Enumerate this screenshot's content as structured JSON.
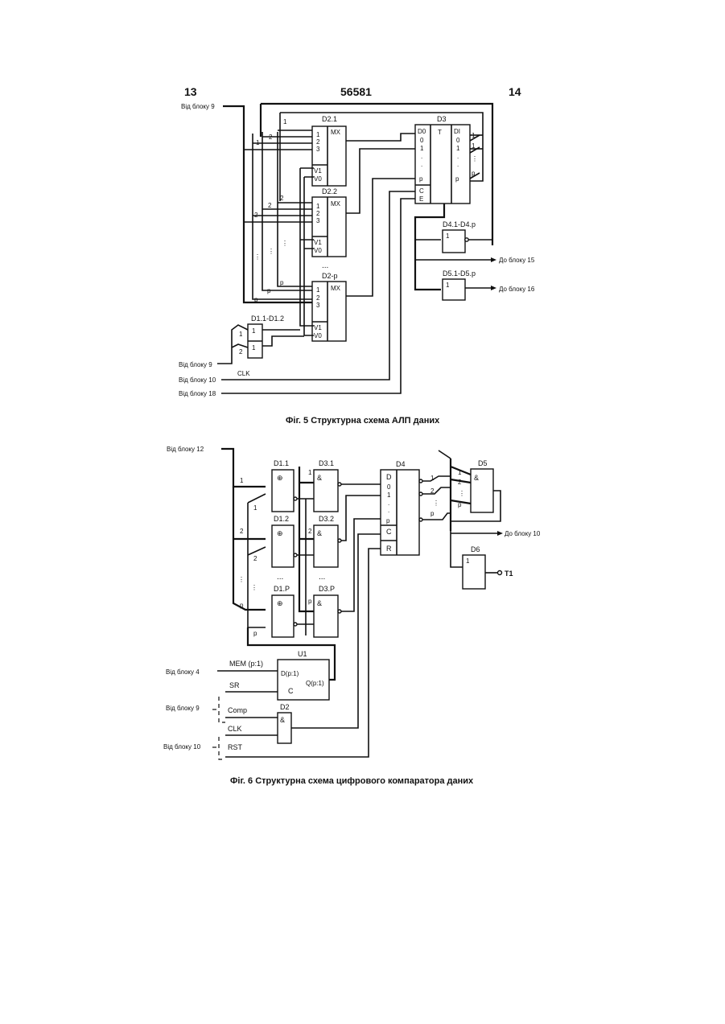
{
  "header": {
    "page_left": "13",
    "patent_number": "56581",
    "page_right": "14"
  },
  "fig5": {
    "caption": "Фіг. 5 Структурна схема АЛП даних",
    "in_block9_top": "Від блоку 9",
    "in_block9_bottom": "Від блоку 9",
    "in_block10": "Від блоку 10",
    "in_block18": "Від блоку 18",
    "clk": "CLK",
    "mux1": {
      "name": "D2.1",
      "func": "MX",
      "in1": "1",
      "in2": "2",
      "in3": "3",
      "v1": "V1",
      "v0": "V0"
    },
    "mux2": {
      "name": "D2.2",
      "func": "MX",
      "in1": "1",
      "in2": "2",
      "in3": "3",
      "v1": "V1",
      "v0": "V0"
    },
    "mux3": {
      "name": "D2-p",
      "func": "MX",
      "in1": "1",
      "in2": "2",
      "in3": "3",
      "v1": "V1",
      "v0": "V0"
    },
    "mux_dots": "...",
    "d1": {
      "name": "D1.1-D1.2",
      "g1": "1",
      "g2": "1",
      "bus1": "1",
      "bus2": "2"
    },
    "d3": {
      "name": "D3",
      "func": "T",
      "d0": "D0",
      "i0": "0",
      "i1": "1",
      "ip": "p",
      "c": "C",
      "e": "E",
      "di": "DI",
      "o0": "0",
      "o1": "1",
      "op": "p"
    },
    "d4": {
      "name": "D4.1-D4.p",
      "func": "1",
      "out": "До блоку 15"
    },
    "d5": {
      "name": "D5.1-D5.p",
      "func": "1",
      "out": "До блоку 16"
    },
    "bus_labels": [
      "1",
      "2",
      "p",
      "1",
      "2",
      "p",
      "1",
      "2",
      "p",
      "1",
      "2",
      "p"
    ]
  },
  "fig6": {
    "caption": "Фіг. 6 Структурна схема цифрового компаратора даних",
    "in_block12": "Від блоку 12",
    "in_block4": "Від блоку 4",
    "in_block9": "Від блоку 9",
    "in_block10": "Від блоку 10",
    "xor1": {
      "name": "D1.1",
      "sym": "⊕"
    },
    "xor2": {
      "name": "D1.2",
      "sym": "⊕"
    },
    "xor3": {
      "name": "D1.P",
      "sym": "⊕"
    },
    "and1": {
      "name": "D3.1",
      "sym": "&"
    },
    "and2": {
      "name": "D3.2",
      "sym": "&"
    },
    "and3": {
      "name": "D3.P",
      "sym": "&"
    },
    "dots": "...",
    "d4": {
      "name": "D4",
      "d": "D",
      "i0": "0",
      "i1": "1",
      "ip": "p",
      "c": "C",
      "r": "R"
    },
    "d5": {
      "name": "D5",
      "sym": "&",
      "i1": "1",
      "i2": "2",
      "ip": "p"
    },
    "d6": {
      "name": "D6",
      "sym": "1",
      "out": "T1"
    },
    "out_block10": "До блоку 10",
    "u1": {
      "name": "U1",
      "din": "D(p:1)",
      "qout": "Q(p:1)",
      "c": "C"
    },
    "mem": "MEM (p:1)",
    "sr": "SR",
    "comp": "Comp",
    "clk": "CLK",
    "rst": "RST",
    "d2": {
      "name": "D2",
      "sym": "&"
    },
    "bus_labels": [
      "1",
      "1",
      "2",
      "2",
      "p",
      "p",
      "1",
      "2",
      "p",
      "1",
      "2",
      "p",
      "1",
      "2",
      "p"
    ]
  }
}
